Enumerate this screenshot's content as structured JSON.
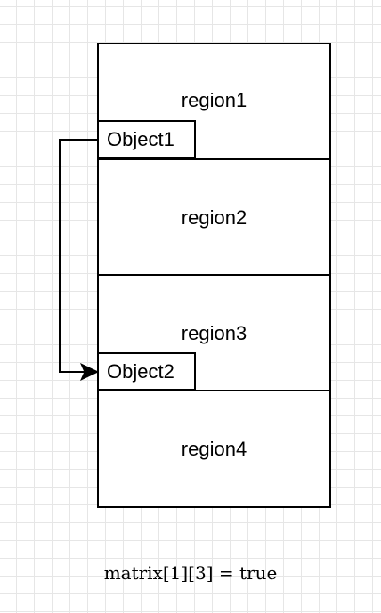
{
  "regions": [
    {
      "label": "region1"
    },
    {
      "label": "region2"
    },
    {
      "label": "region3"
    },
    {
      "label": "region4"
    }
  ],
  "objects": [
    {
      "label": "Object1"
    },
    {
      "label": "Object2"
    }
  ],
  "caption": "matrix[1][3] = true"
}
